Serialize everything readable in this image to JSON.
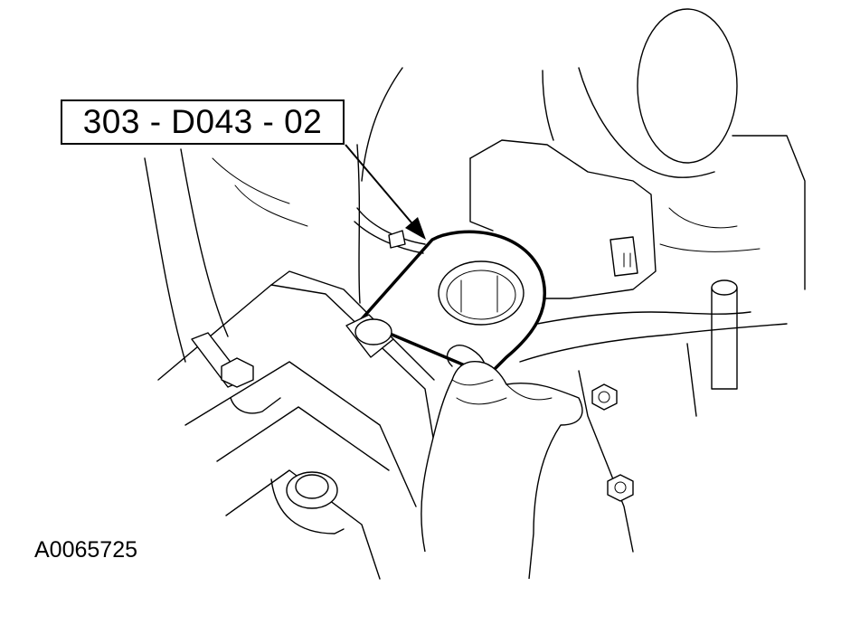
{
  "callout": {
    "label": "303 - D043 - 02"
  },
  "figure": {
    "id": "A0065725"
  },
  "icons": [
    "special-tool-drawing",
    "leader-arrow-icon",
    "hand-illustration",
    "engine-illustration"
  ]
}
